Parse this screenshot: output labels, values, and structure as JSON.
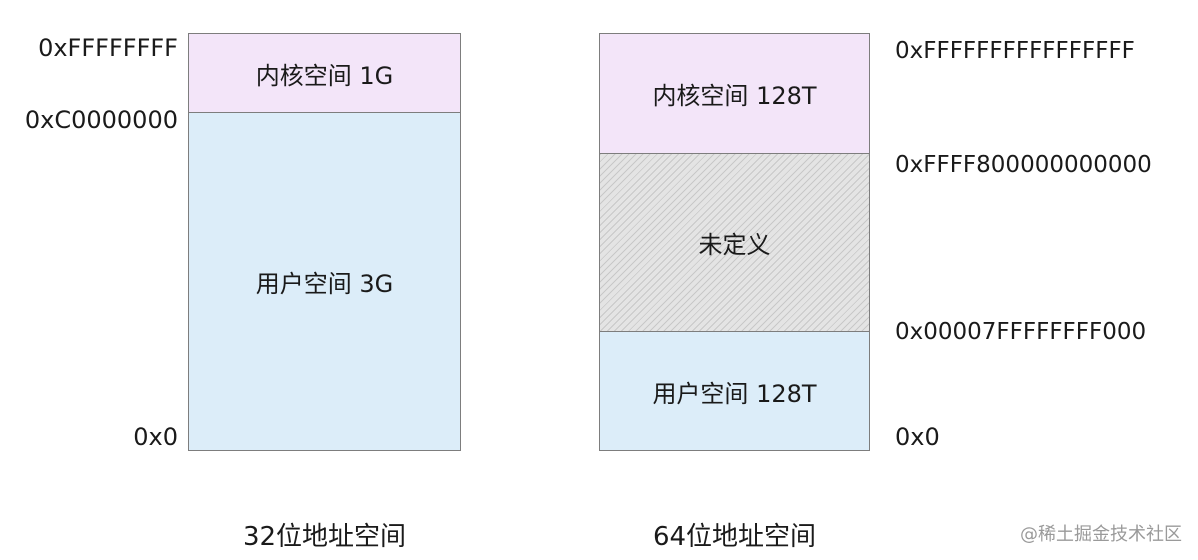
{
  "diagram32": {
    "addresses": {
      "top": "0xFFFFFFFF",
      "boundary": "0xC0000000",
      "bottom": "0x0"
    },
    "kernel_label": "内核空间 1G",
    "user_label": "用户空间 3G",
    "caption": "32位地址空间"
  },
  "diagram64": {
    "addresses": {
      "top": "0xFFFFFFFFFFFFFFFF",
      "kernel_start": "0xFFFF800000000000",
      "user_end": "0x00007FFFFFFFF000",
      "bottom": "0x0"
    },
    "kernel_label": "内核空间 128T",
    "undefined_label": "未定义",
    "user_label": "用户空间 128T",
    "caption": "64位地址空间"
  },
  "colors": {
    "kernel": "#f3e5f9",
    "user": "#dcedf9",
    "undefined": "#e4e4e4"
  },
  "watermark": "@稀土掘金技术社区"
}
